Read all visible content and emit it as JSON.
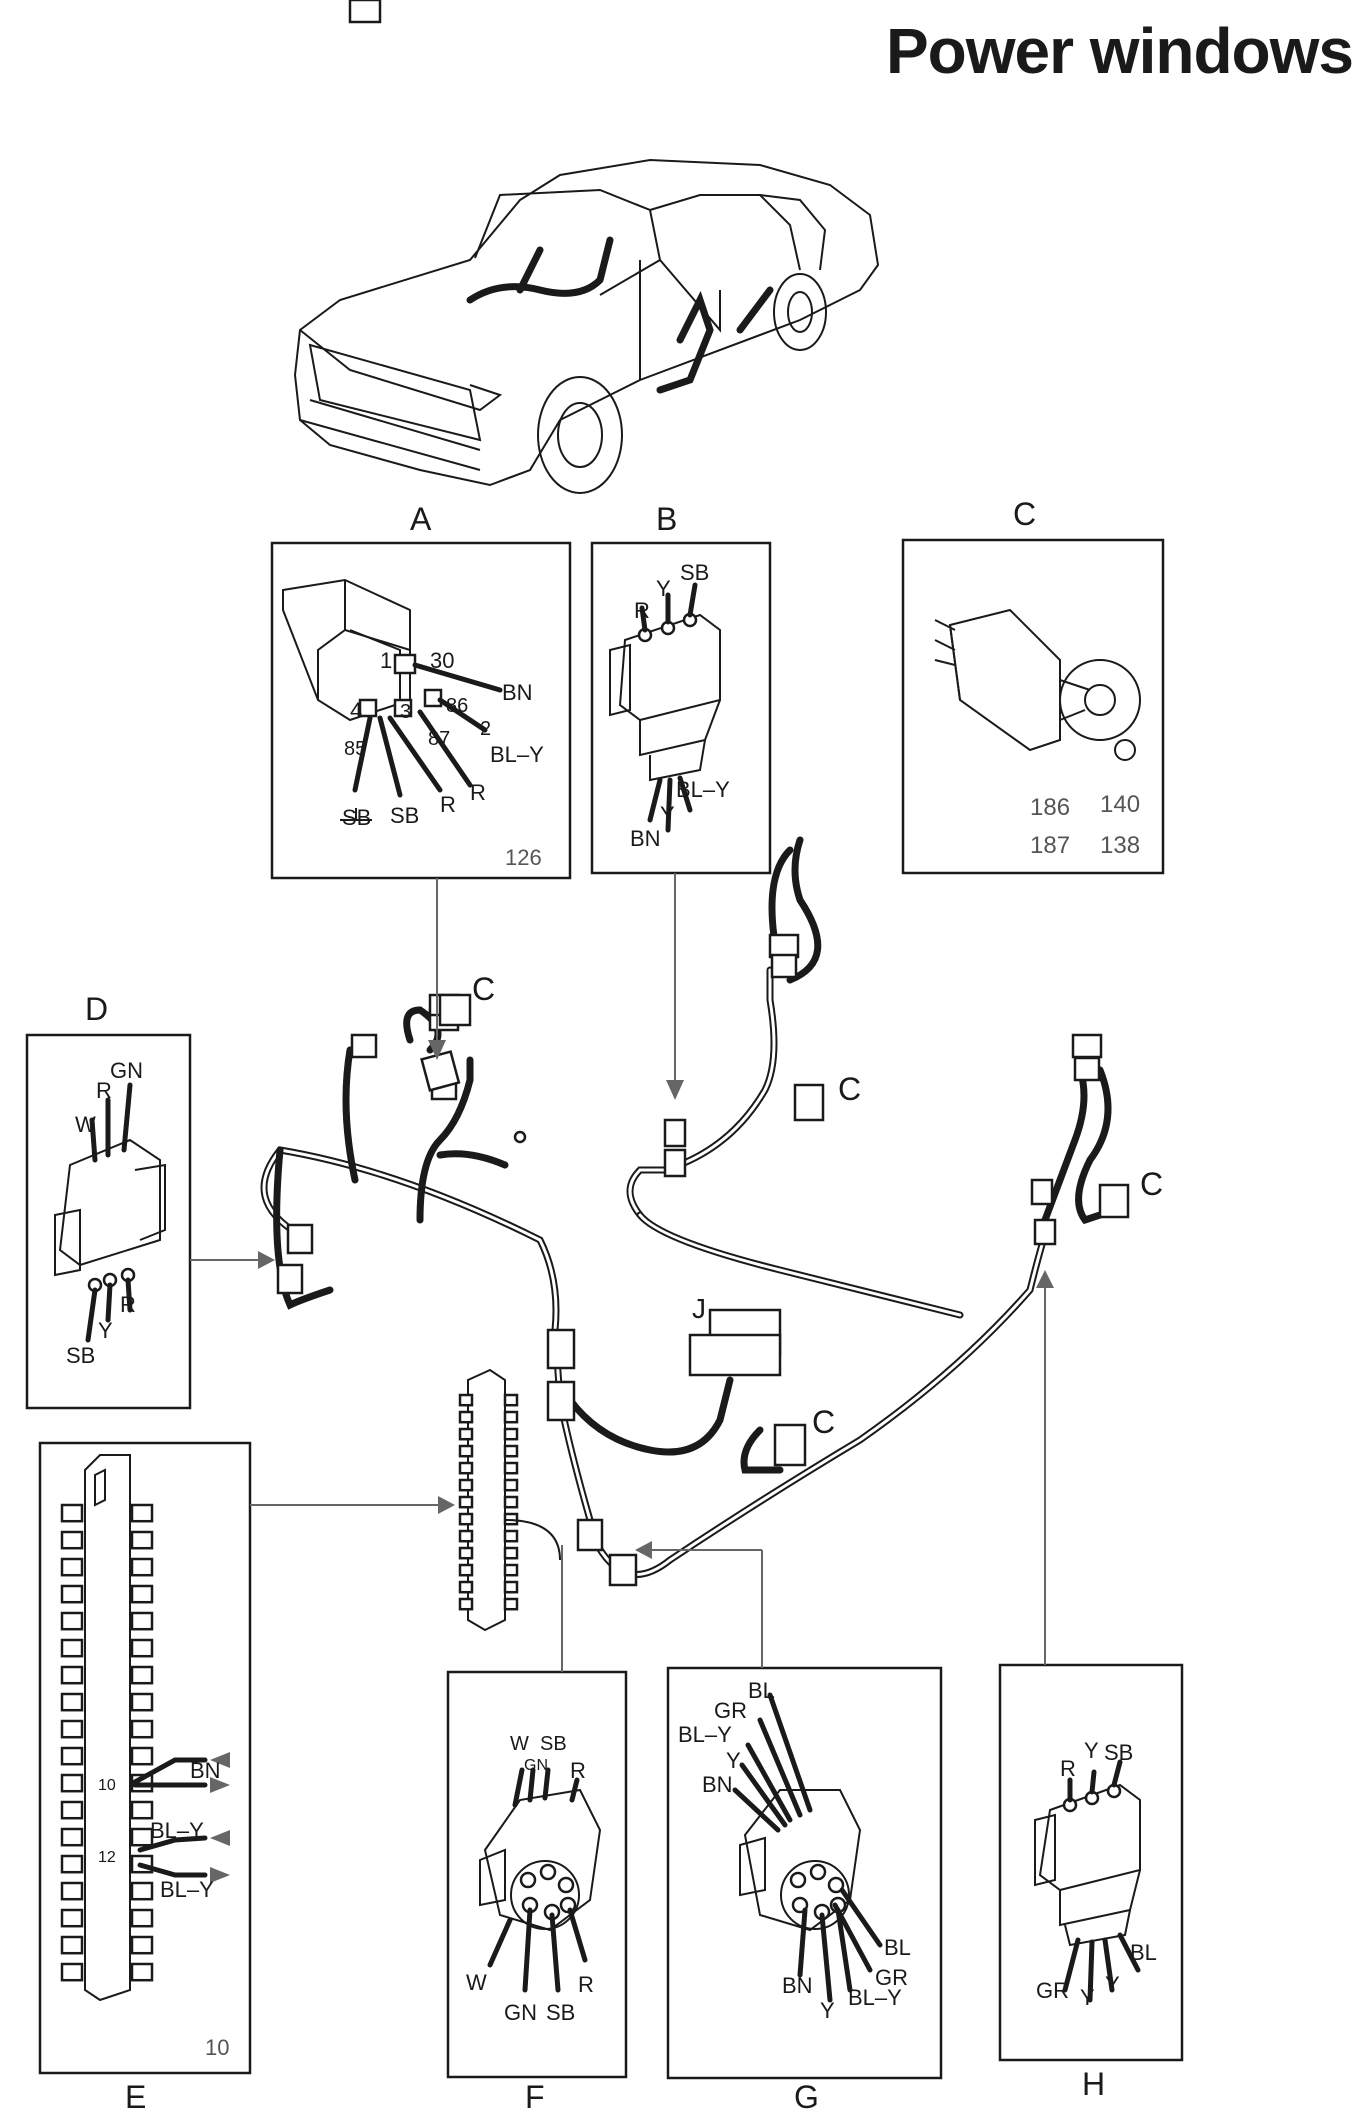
{
  "title": "Power windows",
  "panels": {
    "A": {
      "letter": "A",
      "page": "126",
      "labels": [
        "1",
        "30",
        "BN",
        "4",
        "3",
        "86",
        "2",
        "87",
        "85",
        "BL–Y",
        "SB",
        "SB",
        "R",
        "R"
      ]
    },
    "B": {
      "letter": "B",
      "labels": [
        "SB",
        "R",
        "Y",
        "BL–Y",
        "Y",
        "BN"
      ]
    },
    "C": {
      "letter": "C",
      "pages": [
        "186",
        "140",
        "187",
        "138"
      ]
    },
    "D": {
      "letter": "D",
      "labels": [
        "GN",
        "R",
        "W",
        "R",
        "Y",
        "SB"
      ]
    },
    "E": {
      "letter": "E",
      "page": "10",
      "labels": [
        "10",
        "BN",
        "BL–Y",
        "12",
        "BL–Y"
      ]
    },
    "F": {
      "letter": "F",
      "labels": [
        "W",
        "SB",
        "GN",
        "R",
        "W",
        "GN",
        "SB",
        "R"
      ]
    },
    "G": {
      "letter": "G",
      "labels": [
        "BL",
        "GR",
        "BL–Y",
        "Y",
        "BN",
        "BL",
        "GR",
        "BN",
        "Y",
        "BL–Y"
      ]
    },
    "H": {
      "letter": "H",
      "labels": [
        "SB",
        "R",
        "Y",
        "BL",
        "GR",
        "Y",
        "Y"
      ]
    }
  },
  "callouts": {
    "c1": "C",
    "c2": "C",
    "c3": "C",
    "c4": "C",
    "j": "J"
  },
  "colors": {
    "ink": "#1a1a1a",
    "arrow": "#666666"
  }
}
